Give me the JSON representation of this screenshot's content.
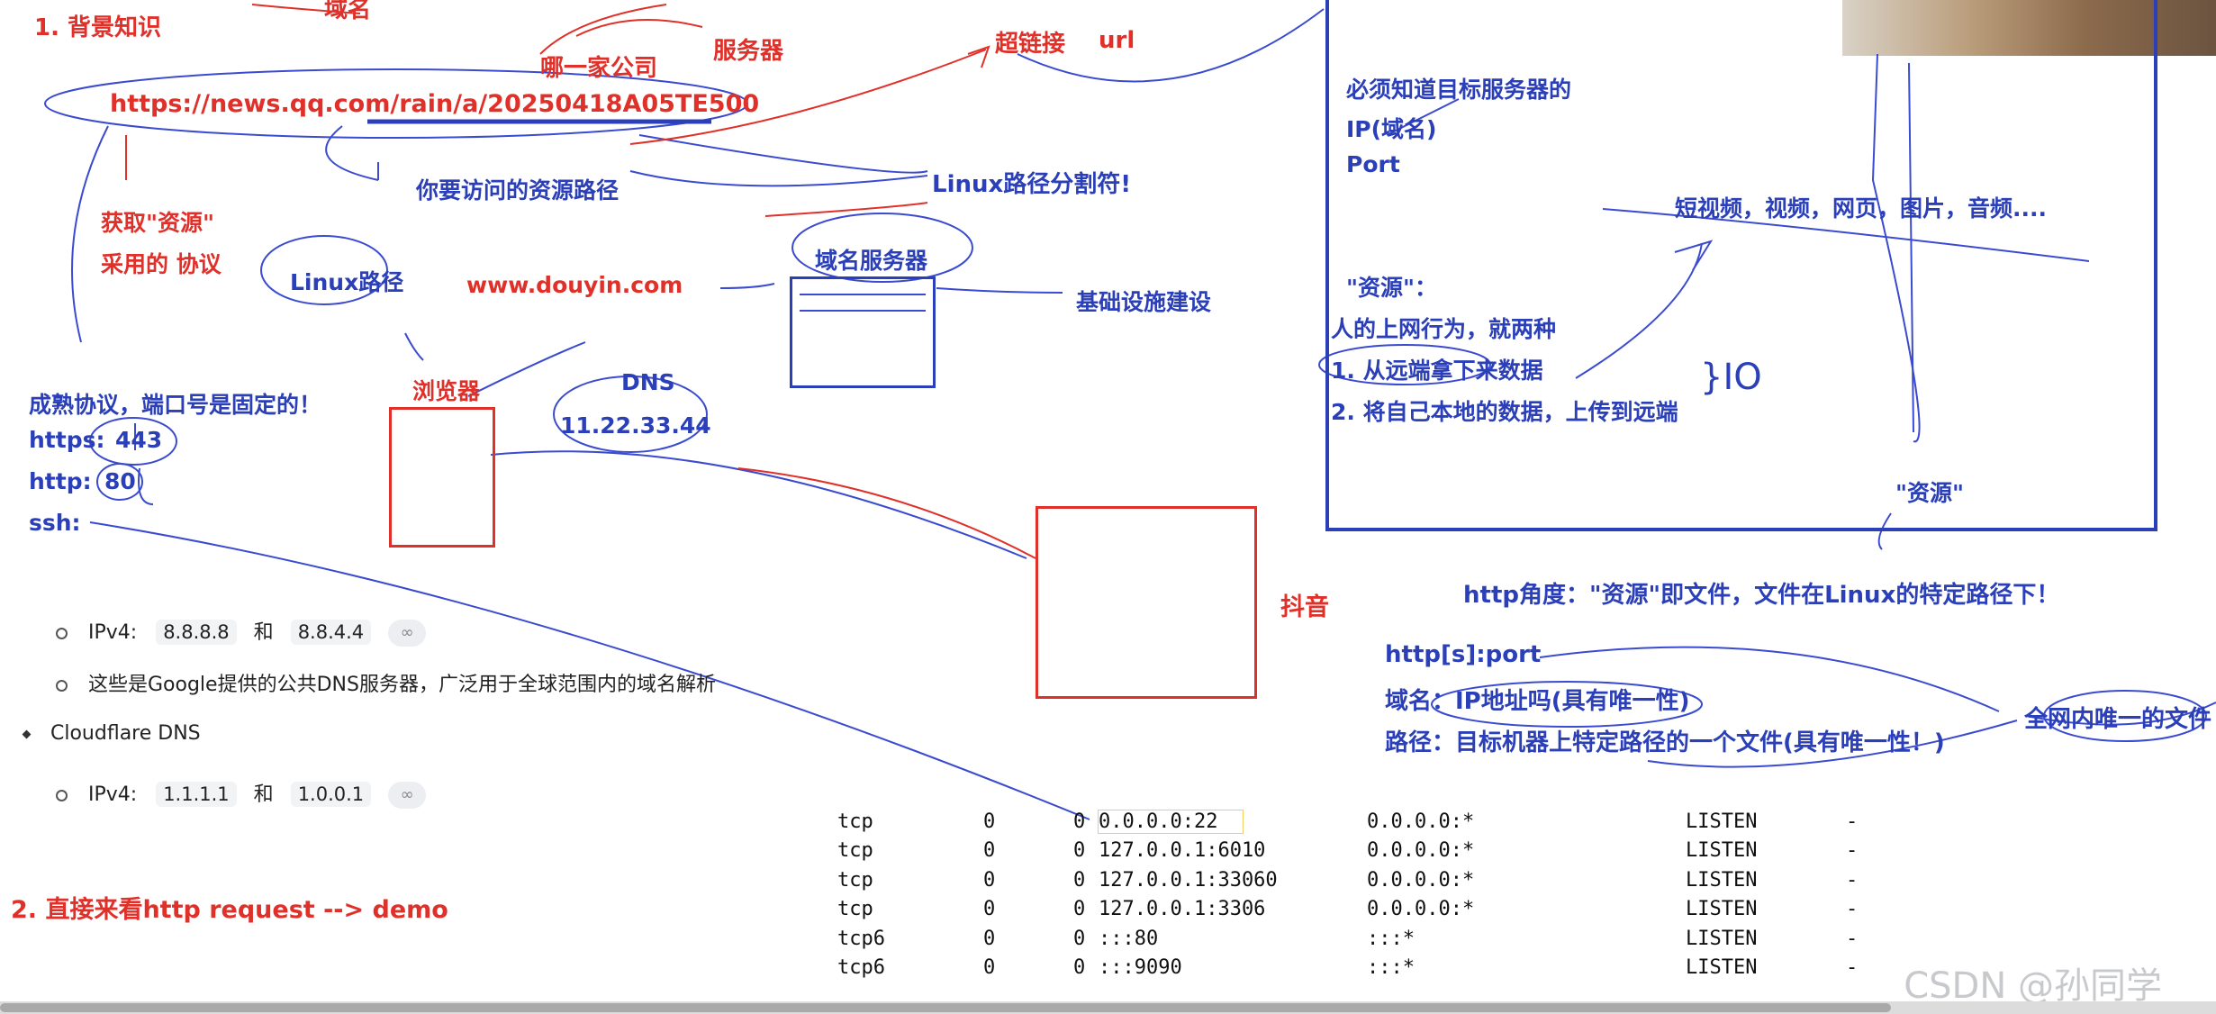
{
  "annotations": {
    "background_knowledge": "1. 背景知识",
    "domain_top": "域名",
    "which_company": "哪一家公司",
    "server": "服务器",
    "hyperlink": "超链接",
    "url_label": "url",
    "url": "https://news.qq.com/rain/a/20250418A05TE500",
    "resource_path": "你要访问的资源路径",
    "linux_sep": "Linux路径分割符!",
    "get_resource": "获取\"资源\"",
    "protocol_used": "采用的 协议",
    "linux_path": "Linux路径",
    "douyin_url": "www.douyin.com",
    "dns_server": "域名服务器",
    "infrastructure": "基础设施建设",
    "mature_protocol": "成熟协议，端口号是固定的！",
    "https_label": "https:",
    "https_port": "443",
    "http_label": "http:",
    "http_port": "80",
    "ssh_label": "ssh:",
    "browser": "浏览器",
    "dns": "DNS",
    "dns_ip": "11.22.33.44",
    "douyin": "抖音",
    "direct_demo": "2. 直接来看http request --> demo"
  },
  "right_panel": {
    "must_know": "必须知道目标服务器的",
    "ip_domain": "IP(域名)",
    "port": "Port",
    "resource_q": "\"资源\"：",
    "behavior": "人的上网行为，就两种",
    "item1": "1. 从远端拿下来数据",
    "item2": "2. 将自己本地的数据，上传到远端",
    "io": "}IO",
    "media": "短视频，视频，网页，图片，音频....",
    "resource_bottom": "\"资源\"",
    "http_view": "http角度：\"资源\"即文件，文件在Linux的特定路径下！",
    "http_port_line": "http[s]:port",
    "domain_line": "域名：IP地址吗(具有唯一性)",
    "path_line": "路径：目标机器上特定路径的一个文件(具有唯一性！)",
    "unique_file": "全网内唯一的文件"
  },
  "doc": {
    "ipv4_label": "IPv4:",
    "google_dns1": "8.8.8.8",
    "and1": "和",
    "google_dns2": "8.8.4.4",
    "google_desc": "这些是Google提供的公共DNS服务器，广泛用于全球范围内的域名解析",
    "cloudflare": "Cloudflare DNS",
    "ipv4_label2": "IPv4:",
    "cf_dns1": "1.1.1.1",
    "and2": "和",
    "cf_dns2": "1.0.0.1"
  },
  "terminal": {
    "rows": [
      [
        "tcp",
        "0",
        "0",
        "0.0.0.0:22",
        "0.0.0.0:*",
        "LISTEN",
        "-"
      ],
      [
        "tcp",
        "0",
        "0",
        "127.0.0.1:6010",
        "0.0.0.0:*",
        "LISTEN",
        "-"
      ],
      [
        "tcp",
        "0",
        "0",
        "127.0.0.1:33060",
        "0.0.0.0:*",
        "LISTEN",
        "-"
      ],
      [
        "tcp",
        "0",
        "0",
        "127.0.0.1:3306",
        "0.0.0.0:*",
        "LISTEN",
        "-"
      ],
      [
        "tcp6",
        "0",
        "0",
        ":::80",
        ":::*",
        "LISTEN",
        "-"
      ],
      [
        "tcp6",
        "0",
        "0",
        ":::9090",
        ":::*",
        "LISTEN",
        "-"
      ]
    ]
  },
  "watermark": "CSDN @孙同学_",
  "colors": {
    "red": "#e0302a",
    "blue": "#2a3fb8",
    "ink": "#3a4bd0"
  }
}
